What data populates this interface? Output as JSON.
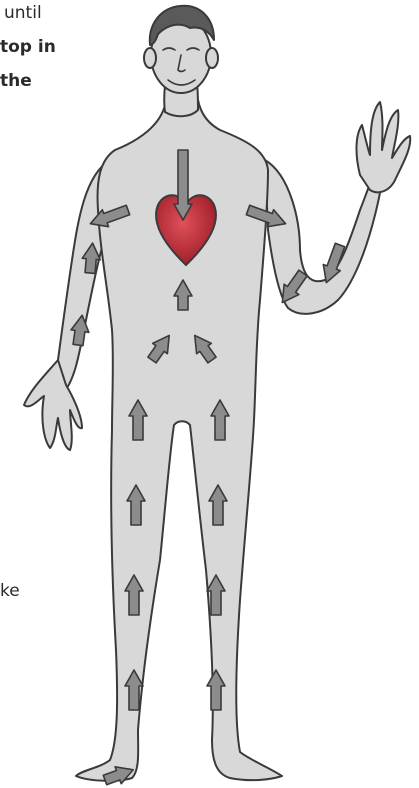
{
  "text_fragments": [
    "until",
    "top in",
    "the",
    "ke"
  ],
  "diagram": {
    "subject": "human body circulation",
    "heart_color": "#c9303d",
    "skin_fill": "#d8d8d8",
    "outline_color": "#3a3a3a",
    "arrow_fill": "#8c8c8c",
    "hair_color": "#5a5a5a",
    "arrow_count": 19
  }
}
